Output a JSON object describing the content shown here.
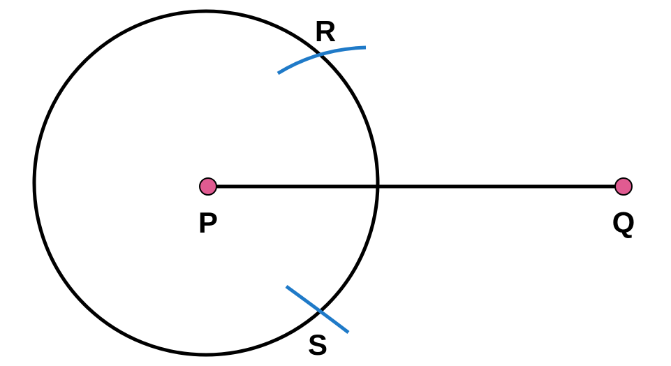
{
  "colors": {
    "stroke": "#000000",
    "arc": "#1f7ac8",
    "point_fill": "#e05b91",
    "point_stroke": "#000000",
    "background": "#ffffff"
  },
  "labels": {
    "p": "P",
    "q": "Q",
    "r": "R",
    "s": "S"
  }
}
